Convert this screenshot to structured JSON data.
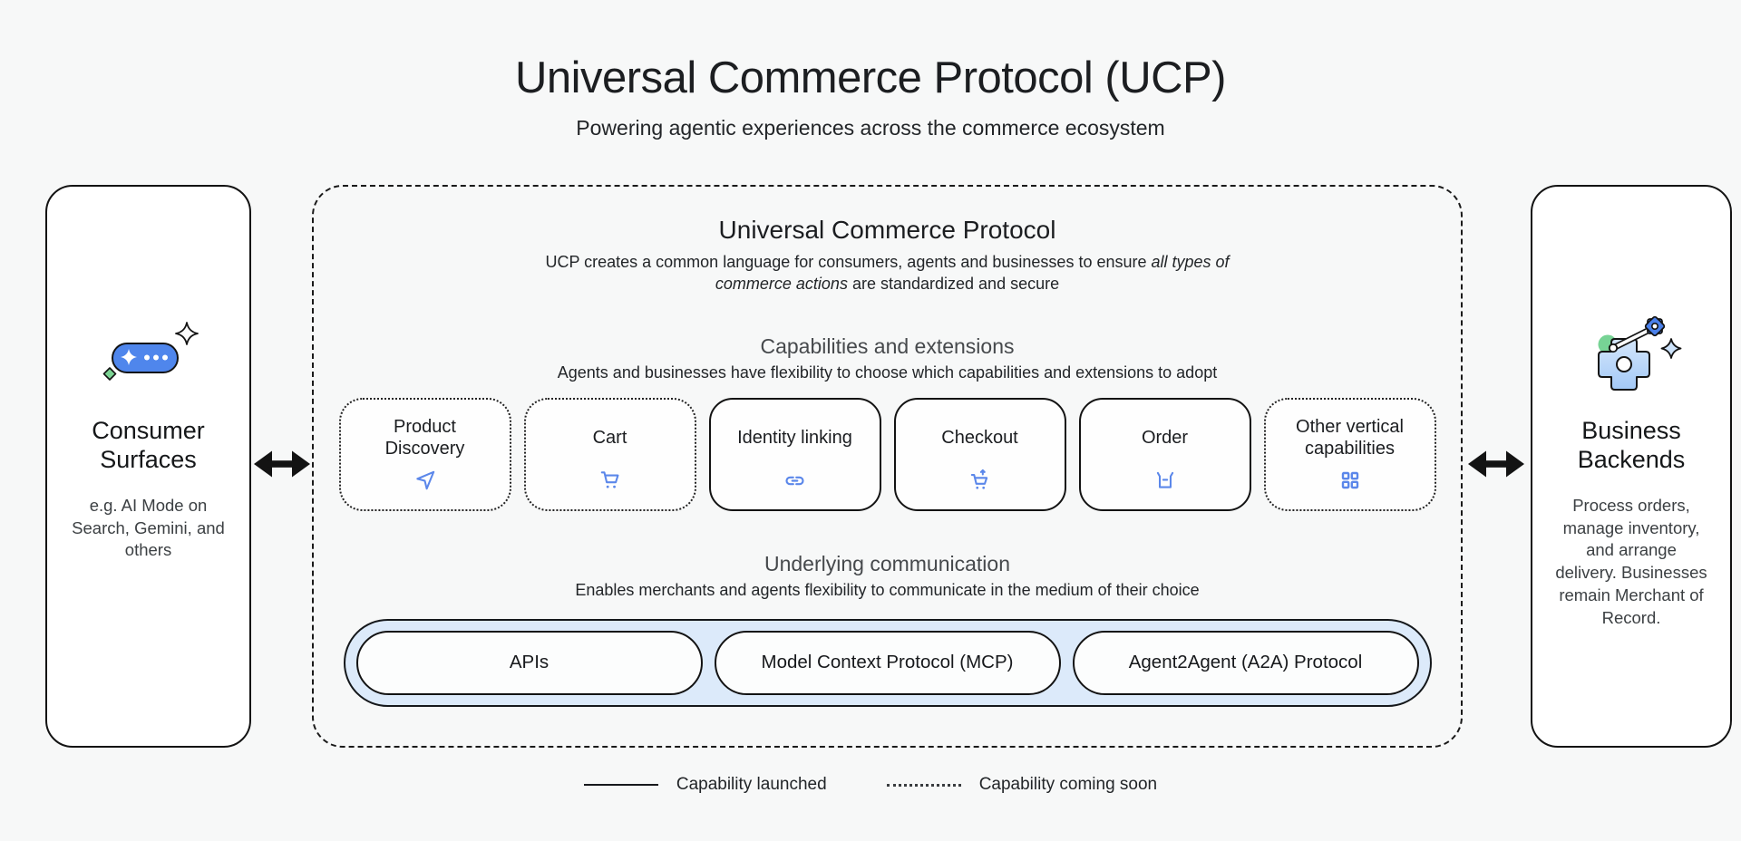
{
  "page": {
    "title": "Universal Commerce Protocol (UCP)",
    "subtitle": "Powering agentic experiences across the commerce ecosystem"
  },
  "consumer_surfaces": {
    "title": "Consumer Surfaces",
    "description": "e.g. AI Mode on Search, Gemini, and others",
    "icon": "ai-chat-pill-sparkle-icon"
  },
  "business_backends": {
    "title": "Business Backends",
    "description": "Process orders, manage inventory, and arrange delivery. Businesses remain Merchant of Record.",
    "icon": "gears-sparkle-icon"
  },
  "ucp": {
    "title": "Universal Commerce Protocol",
    "description_prefix": "UCP creates a common language for consumers, agents and businesses to ensure ",
    "description_italic": "all types of commerce actions",
    "description_suffix": " are standardized and secure",
    "capabilities": {
      "title": "Capabilities and extensions",
      "subtitle": "Agents and businesses have flexibility to choose which capabilities and extensions to adopt",
      "items": [
        {
          "label": "Product Discovery",
          "icon": "send-icon",
          "status": "coming-soon"
        },
        {
          "label": "Cart",
          "icon": "cart-icon",
          "status": "coming-soon"
        },
        {
          "label": "Identity linking",
          "icon": "link-icon",
          "status": "launched"
        },
        {
          "label": "Checkout",
          "icon": "cart-checkout-icon",
          "status": "launched"
        },
        {
          "label": "Order",
          "icon": "order-box-icon",
          "status": "launched"
        },
        {
          "label": "Other vertical capabilities",
          "icon": "grid-icon",
          "status": "coming-soon"
        }
      ]
    },
    "communication": {
      "title": "Underlying communication",
      "subtitle": "Enables merchants and agents flexibility to communicate in the medium of their choice",
      "protocols": [
        "APIs",
        "Model Context Protocol (MCP)",
        "Agent2Agent (A2A) Protocol"
      ]
    }
  },
  "legend": {
    "launched": "Capability launched",
    "coming_soon": "Capability coming soon"
  },
  "colors": {
    "background": "#f7f8f8",
    "icon_blue": "#5b87ea",
    "pill_blue": "#4f86ec",
    "comm_band_blue": "#dceafa",
    "green_accent": "#7bd393",
    "border_black": "#131313"
  }
}
